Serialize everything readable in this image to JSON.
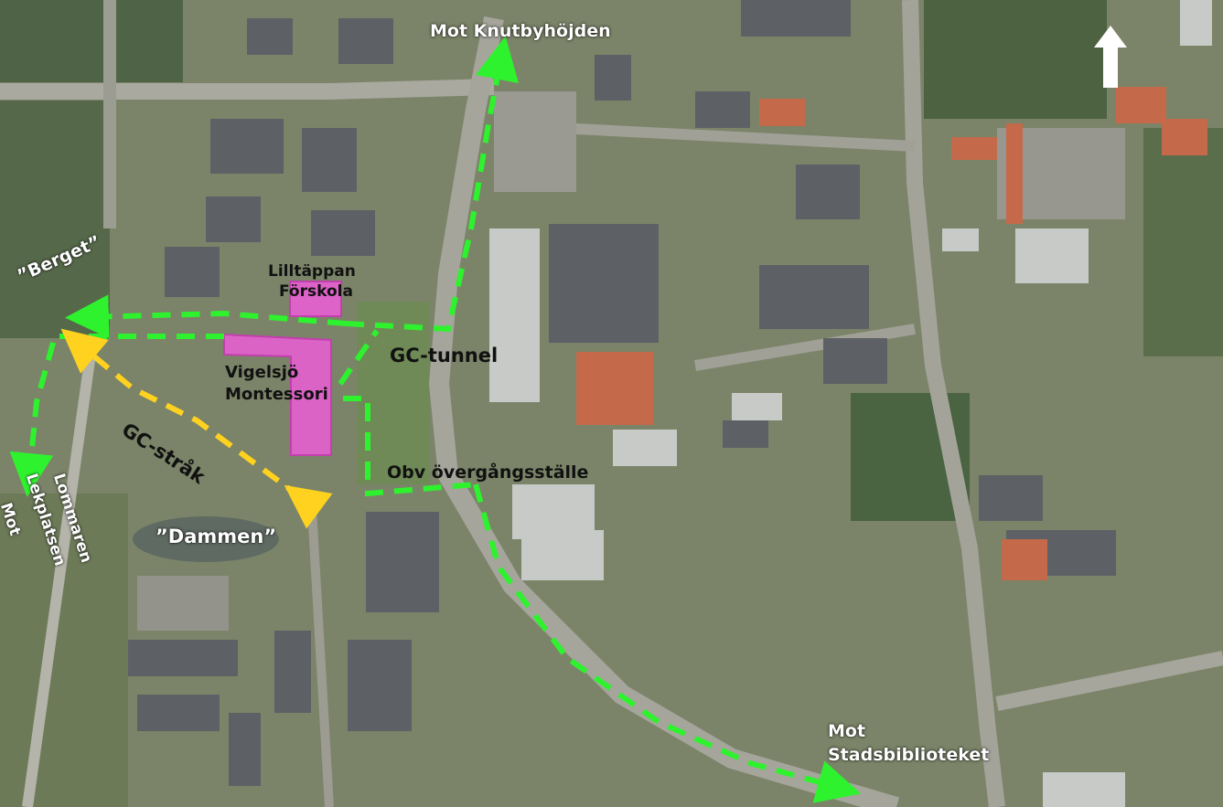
{
  "labels": {
    "mot_knutbyhojden": "Mot Knutbyhöjden",
    "berget": "”Berget”",
    "lilltappan_line1": "Lilltäppan",
    "lilltappan_line2": "Förskola",
    "gc_tunnel": "GC-tunnel",
    "vigelsjo_line1": "Vigelsjö",
    "vigelsjo_line2": "Montessori",
    "gc_strak": "GC-stråk",
    "obv_overgang": "Obv övergångsställe",
    "dammen": "”Dammen”",
    "mot_lekplatsen_line1": "Mot",
    "mot_lekplatsen_line2": "Lekplatsen",
    "mot_lekplatsen_line3": "Lommaren",
    "mot_stadsbiblioteket_line1": "Mot",
    "mot_stadsbiblioteket_line2": "Stadsbiblioteket"
  },
  "icons": {
    "north": "north-arrow-icon"
  },
  "colors": {
    "route_green": "#2ef22e",
    "route_yellow": "#ffd21f",
    "school_magenta": "#e85fd3",
    "arrow_white": "#ffffff"
  }
}
